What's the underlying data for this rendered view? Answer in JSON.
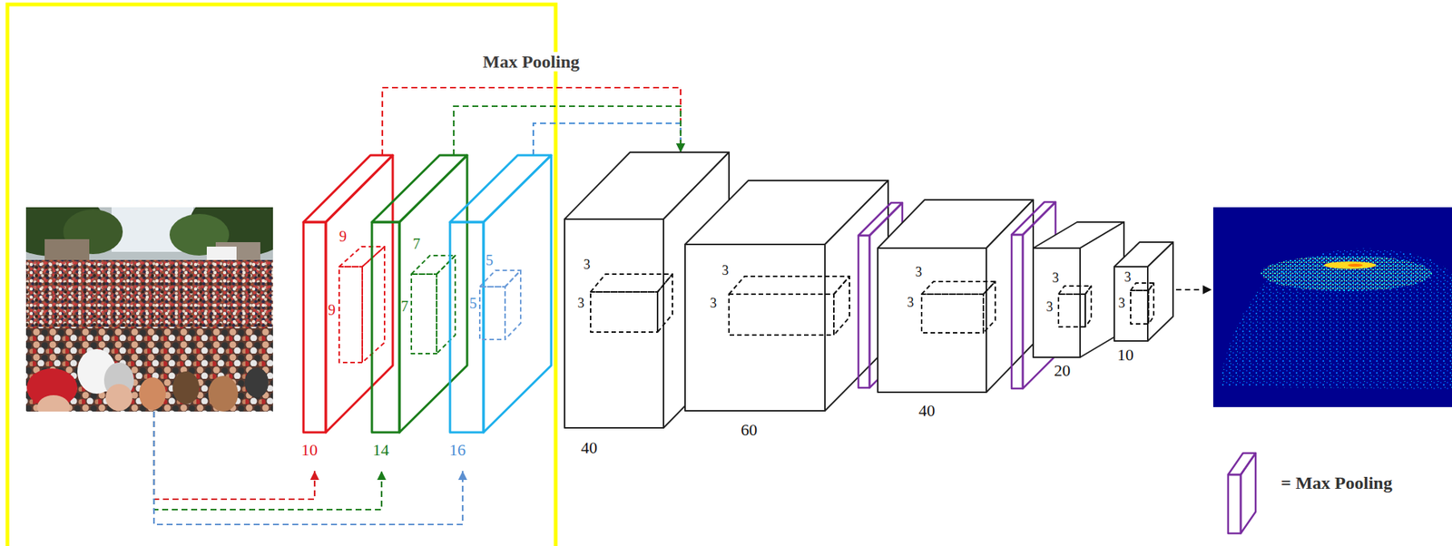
{
  "diagram": {
    "nodes": [
      {
        "text": [
          "9",
          "9",
          "10"
        ]
      },
      {
        "text": [
          "7",
          "7",
          "14"
        ]
      },
      {
        "text": [
          "5",
          "5",
          "16"
        ]
      },
      {
        "text": [
          "3",
          "3",
          "40"
        ]
      },
      {
        "text": [
          "3",
          "3",
          "60"
        ]
      },
      {
        "text": [
          "3",
          "3",
          "40"
        ]
      },
      {
        "text": [
          "3",
          "3",
          "20"
        ]
      },
      {
        "text": [
          "3",
          "3",
          "10"
        ]
      }
    ],
    "edges": [
      {
        "from": 0,
        "to": 3,
        "arrow": "to"
      },
      {
        "from": 1,
        "to": 3,
        "arrow": "to"
      },
      {
        "from": 2,
        "to": 3,
        "arrow": "to"
      }
    ],
    "labels": [
      "Max Pooling"
    ],
    "legend": [
      {
        "text": "= Max Pooling"
      }
    ]
  }
}
